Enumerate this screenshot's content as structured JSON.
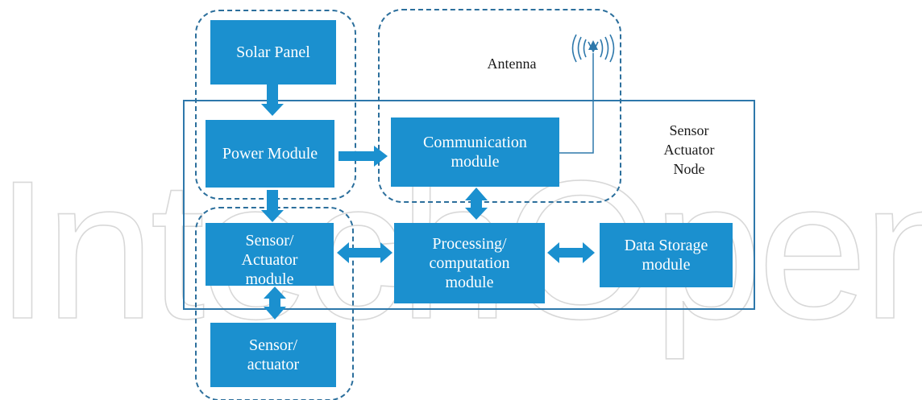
{
  "watermark": "IntechOpen",
  "labels": {
    "antenna": "Antenna",
    "node": "Sensor\nActuator\nNode"
  },
  "boxes": {
    "solar_panel": "Solar Panel",
    "power_module": "Power Module",
    "communication_module": "Communication\nmodule",
    "sensor_actuator_module": "Sensor/\nActuator\nmodule",
    "processing_module": "Processing/\ncomputation\nmodule",
    "data_storage_module": "Data Storage\nmodule",
    "sensor_actuator": "Sensor/\nactuator"
  },
  "colors": {
    "box_fill": "#1b90cf",
    "box_text": "#ffffff",
    "frame": "#2e78ab",
    "dashed_group": "#2c6f9c",
    "arrow": "#1b90cf",
    "watermark_outline": "#d8d8d8"
  },
  "icons": {
    "antenna": "antenna-signal-icon"
  }
}
